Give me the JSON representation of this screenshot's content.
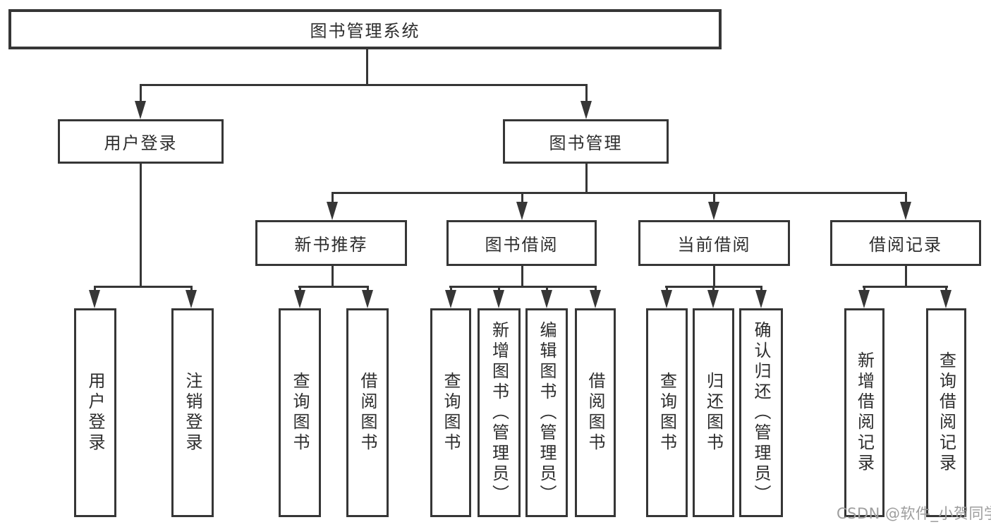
{
  "colors": {
    "line": "#363636",
    "text": "#2d2d2d",
    "box_background": "#ffffff",
    "page_background": "#ffffff",
    "watermark": "#9e9e9e"
  },
  "tree": {
    "label": "图书管理系统",
    "children": [
      {
        "label": "用户登录",
        "children": [
          {
            "label": "用户登录"
          },
          {
            "label": "注销登录"
          }
        ]
      },
      {
        "label": "图书管理",
        "children": [
          {
            "label": "新书推荐",
            "children": [
              {
                "label": "查询图书"
              },
              {
                "label": "借阅图书"
              }
            ]
          },
          {
            "label": "图书借阅",
            "children": [
              {
                "label": "查询图书"
              },
              {
                "label": "新增图书（管理员）"
              },
              {
                "label": "编辑图书（管理员）"
              },
              {
                "label": "借阅图书"
              }
            ]
          },
          {
            "label": "当前借阅",
            "children": [
              {
                "label": "查询图书"
              },
              {
                "label": "归还图书"
              },
              {
                "label": "确认归还（管理员）"
              }
            ]
          },
          {
            "label": "借阅记录",
            "children": [
              {
                "label": "新增借阅记录"
              },
              {
                "label": "查询借阅记录"
              }
            ]
          }
        ]
      }
    ]
  },
  "watermark": {
    "text": "CSDN @软件_小贺同学"
  }
}
